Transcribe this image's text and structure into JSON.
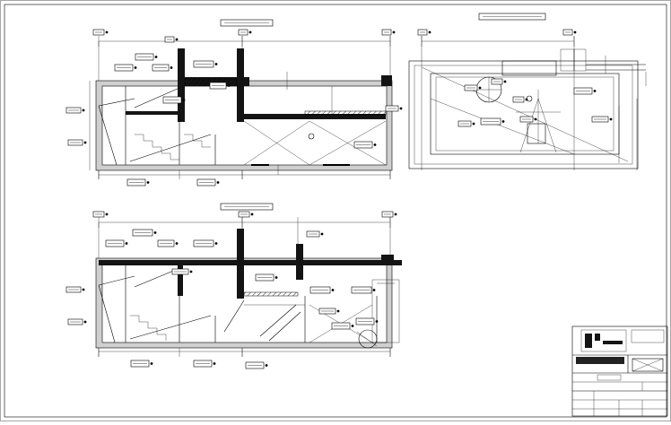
{
  "drawing": {
    "kind": "architectural elevation and plan sheet",
    "views": [
      {
        "id": "view-top-left",
        "title_text": ""
      },
      {
        "id": "view-top-right",
        "title_text": ""
      },
      {
        "id": "view-bottom-left",
        "title_text": ""
      }
    ],
    "title_block": {
      "rows": [
        "",
        "",
        "",
        ""
      ]
    },
    "line_color": "#000000",
    "wall_fill": "#141414",
    "hatch_fill": "#cfcfcf",
    "paper_color": "#ffffff"
  }
}
